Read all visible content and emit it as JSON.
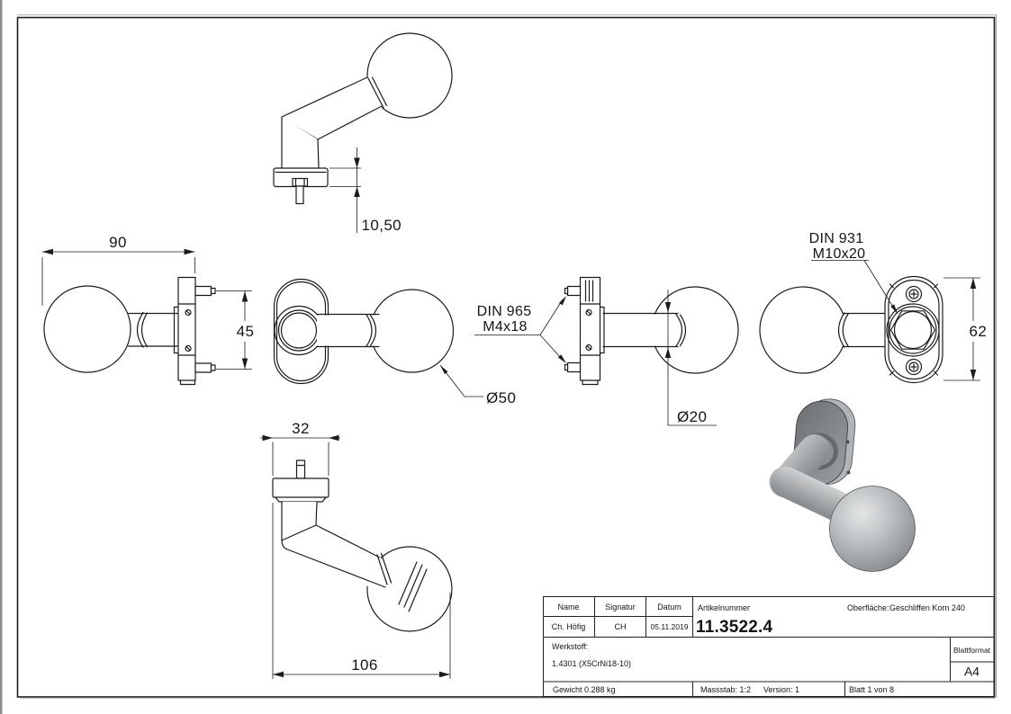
{
  "annotations": {
    "dim_10_50": "10,50",
    "dim_90": "90",
    "dim_45": "45",
    "dim_o50": "Ø50",
    "din965_line1": "DIN 965",
    "din965_line2": "M4x18",
    "dim_o20": "Ø20",
    "din931_line1": "DIN 931",
    "din931_line2": "M10x20",
    "dim_62": "62",
    "dim_32": "32",
    "dim_106": "106"
  },
  "title_block": {
    "name_label": "Name",
    "signature_label": "Signatur",
    "date_label": "Datum",
    "article_label": "Artikelnummer",
    "surface_label": "Oberfläche:",
    "surface_value": "Geschliffen Korn 240",
    "name_value": "Ch. Höfig",
    "signature_value": "CH",
    "date_value": "05.11.2019",
    "article_number": "11.3522.4",
    "material_label": "Werkstoff:",
    "material_value": "1.4301 (X5CrNi18-10)",
    "sheet_format_label": "Blattformat",
    "sheet_format_value": "A4",
    "weight": "Gewicht 0.288 kg",
    "scale": "Massstab: 1:2",
    "version": "Version: 1",
    "sheet_info": "Blatt 1 von 8"
  },
  "colors": {
    "line": "#1b1b1b",
    "render_light": "#e2e4e5",
    "render_mid": "#a4a7a9",
    "render_dark": "#6f7376"
  }
}
